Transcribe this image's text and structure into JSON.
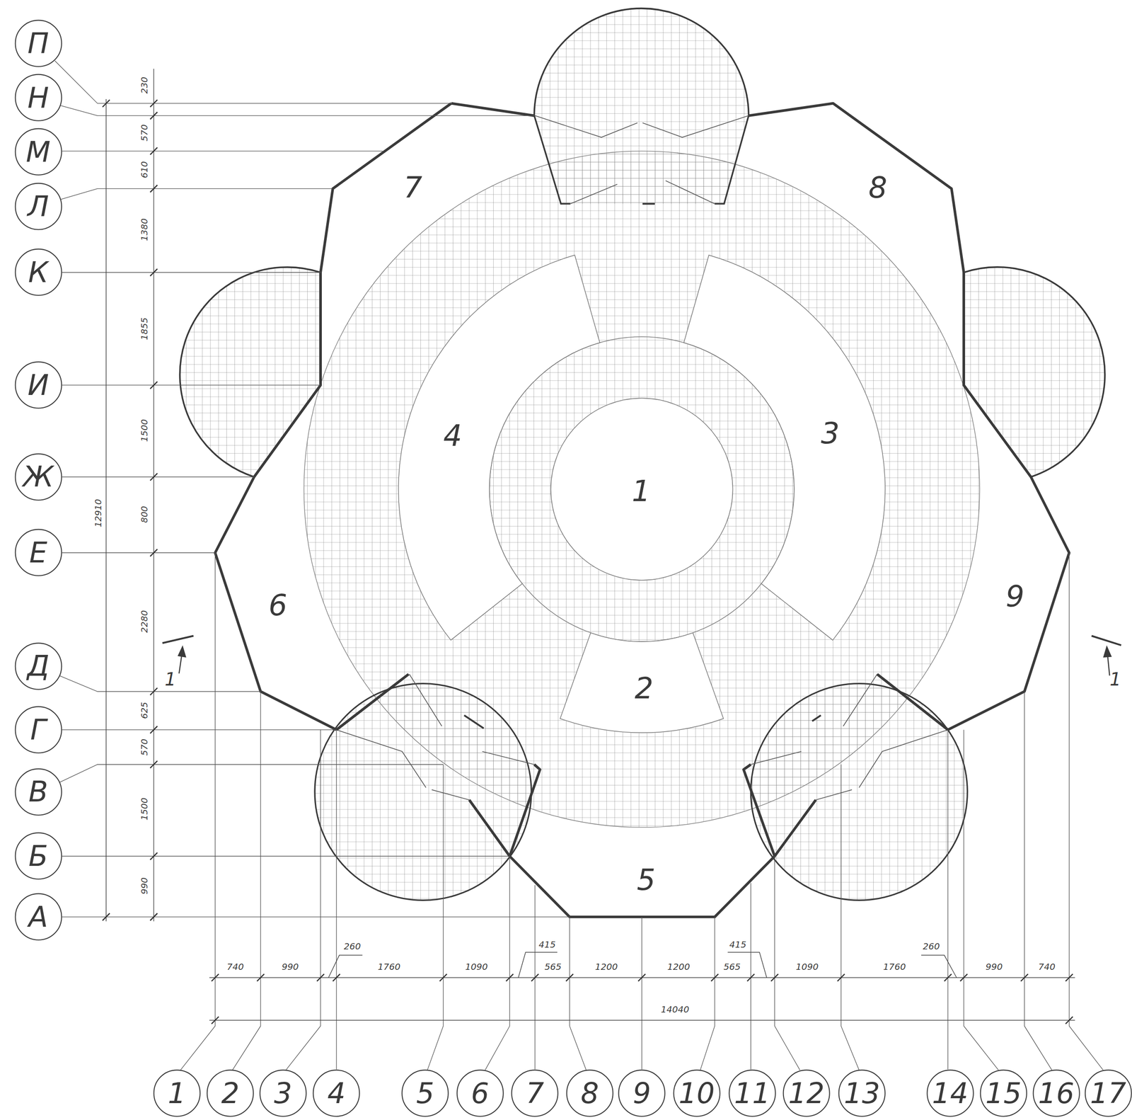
{
  "diagram": {
    "nodes": [
      {
        "text": [
          "П"
        ]
      },
      {
        "text": [
          "Н"
        ]
      },
      {
        "text": [
          "М"
        ]
      },
      {
        "text": [
          "Л"
        ]
      },
      {
        "text": [
          "К"
        ]
      },
      {
        "text": [
          "И"
        ]
      },
      {
        "text": [
          "Ж"
        ]
      },
      {
        "text": [
          "Е"
        ]
      },
      {
        "text": [
          "Д"
        ]
      },
      {
        "text": [
          "Г"
        ]
      },
      {
        "text": [
          "В"
        ]
      },
      {
        "text": [
          "Б"
        ]
      },
      {
        "text": [
          "А"
        ]
      },
      {
        "text": [
          "1"
        ]
      },
      {
        "text": [
          "2"
        ]
      },
      {
        "text": [
          "3"
        ]
      },
      {
        "text": [
          "4"
        ]
      },
      {
        "text": [
          "5"
        ]
      },
      {
        "text": [
          "6"
        ]
      },
      {
        "text": [
          "7"
        ]
      },
      {
        "text": [
          "8"
        ]
      },
      {
        "text": [
          "9"
        ]
      },
      {
        "text": [
          "10"
        ]
      },
      {
        "text": [
          "11"
        ]
      },
      {
        "text": [
          "12"
        ]
      },
      {
        "text": [
          "13"
        ]
      },
      {
        "text": [
          "14"
        ]
      },
      {
        "text": [
          "15"
        ]
      },
      {
        "text": [
          "16"
        ]
      },
      {
        "text": [
          "17"
        ]
      },
      {
        "text": [
          "1"
        ]
      },
      {
        "text": [
          "2"
        ]
      },
      {
        "text": [
          "3"
        ]
      },
      {
        "text": [
          "4"
        ]
      },
      {
        "text": [
          "5"
        ]
      },
      {
        "text": [
          "6"
        ]
      },
      {
        "text": [
          "7"
        ]
      },
      {
        "text": [
          "8"
        ]
      },
      {
        "text": [
          "9"
        ]
      }
    ],
    "labels": [
      "230",
      "570",
      "610",
      "1380",
      "1855",
      "1500",
      "800",
      "2280",
      "625",
      "570",
      "1500",
      "990",
      "12910",
      "1",
      "1",
      "740",
      "990",
      "260",
      "1760",
      "1090",
      "415",
      "565",
      "1200",
      "1200",
      "565",
      "415",
      "1090",
      "1760",
      "260",
      "990",
      "740",
      "14040"
    ]
  }
}
